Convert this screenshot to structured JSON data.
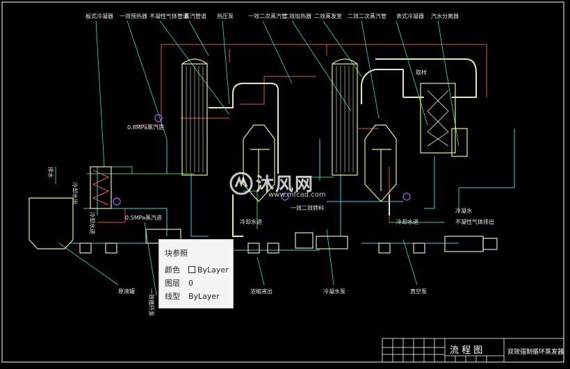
{
  "drawing": {
    "labels": {
      "plate_condenser": "板式冷凝器",
      "preheater_1": "一效预热器",
      "noncondensable_pipe": "不凝性气体管道",
      "steam_pipe": "蒸汽管道",
      "thermocompressor": "热压泵",
      "effect1_2_vapor_pipe": "一效二次蒸汽管",
      "effect2_heater": "二效加热器",
      "effect2_separator": "二效蒸发室",
      "effect2_vapor_pipe": "二效二次蒸汽管",
      "surface_condenser": "表式冷凝器",
      "gas_liquid_separator": "汽水分离器",
      "steam_inlet_1": "0.8MPa蒸汽进",
      "steam_inlet_2": "0.5MPa蒸汽进",
      "cooling_water_out": "冷却水出",
      "cooling_water_in_1": "冷却水进",
      "feed_tank": "原液罐",
      "effect1_pump": "一效循环泵",
      "effect1_2_feed": "一效二效转料",
      "cooling_water_in_2": "冷却水进",
      "concentrate_out": "浓缩液出",
      "condensate_pump": "冷凝水泵",
      "vacuum_pump": "真空泵",
      "cooling_water_in_3": "冷却水进",
      "noncondensable_out": "不凝性气体排出",
      "sampling": "取样",
      "water_drain": "排水",
      "condensate_water": "冷凝水"
    },
    "title_block": {
      "title": "流 程 图",
      "drawing_name": "双效强制循环蒸发器"
    }
  },
  "tooltip": {
    "title": "块参照",
    "color_label": "颜色",
    "color_value": "ByLayer",
    "layer_label": "图层",
    "layer_value": "0",
    "linetype_label": "线型",
    "linetype_value": "ByLayer"
  },
  "watermark": {
    "brand": "沐风网",
    "url": "www.mfcad.com"
  },
  "colors": {
    "background": "#000000",
    "steam_line": "#e05050",
    "vapor_line": "#e8e8b0",
    "liquid_line": "#3cd3e0",
    "cooling_line": "#40d060",
    "leader_line": "#30e0c0",
    "equipment": "#f0f080"
  }
}
